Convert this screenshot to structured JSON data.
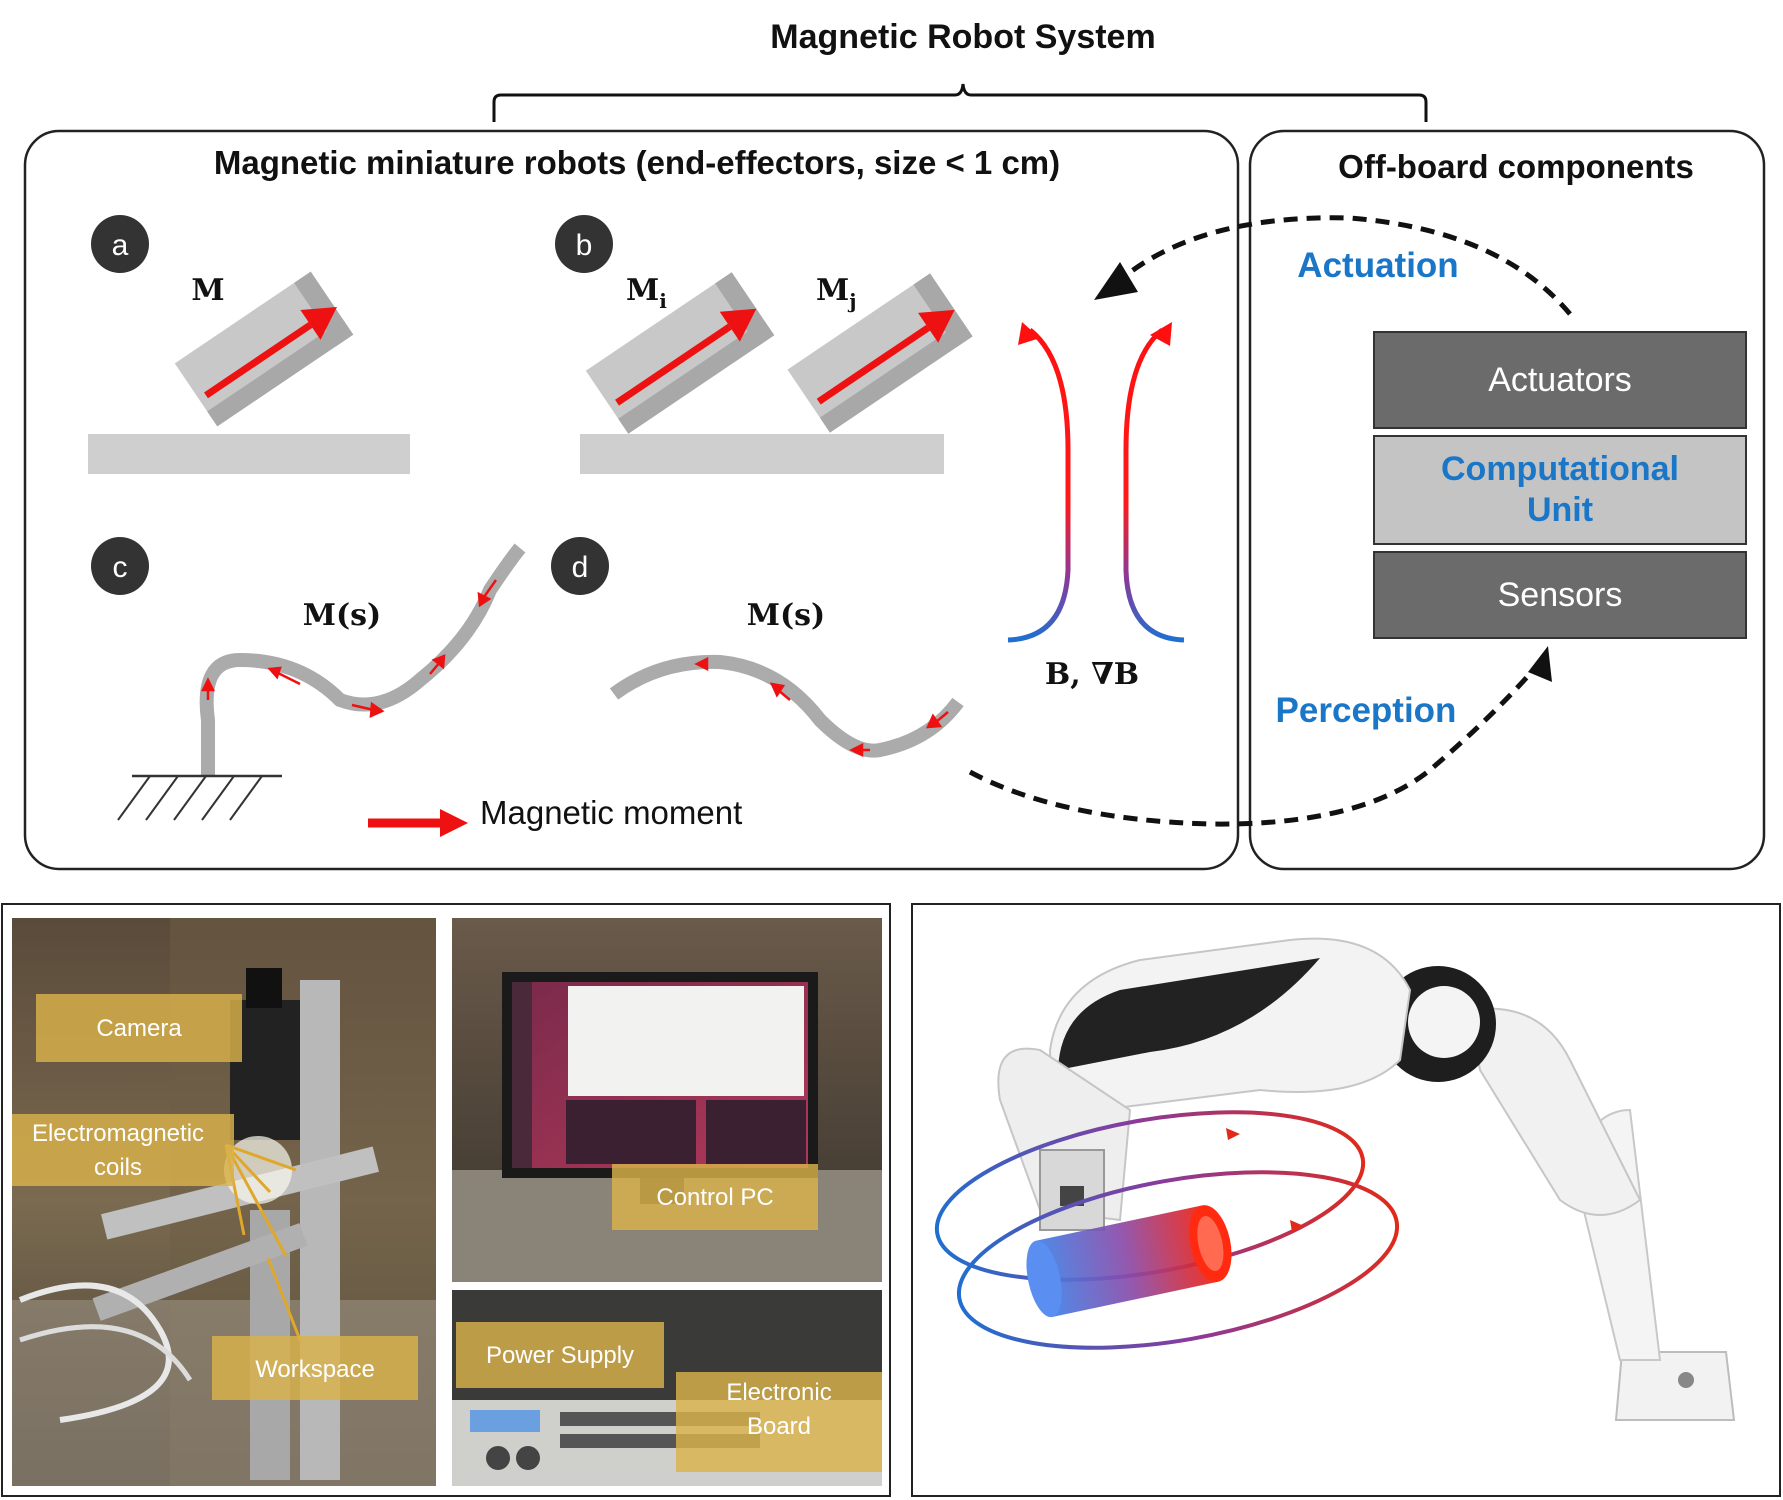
{
  "title": "Magnetic Robot System",
  "left_panel": {
    "title": "Magnetic miniature robots (end-effectors, size < 1 cm)",
    "panels": [
      {
        "letter": "a",
        "label": "M"
      },
      {
        "letter": "b",
        "label_i_base": "M",
        "label_i_sub": "i",
        "label_j_base": "M",
        "label_j_sub": "j"
      },
      {
        "letter": "c",
        "label": "M(s)"
      },
      {
        "letter": "d",
        "label": "M(s)"
      }
    ],
    "field_label": "B, ∇B",
    "legend_label": "Magnetic moment"
  },
  "right_panel": {
    "title": "Off-board components",
    "actuation_label": "Actuation",
    "perception_label": "Perception",
    "blocks": [
      {
        "label": "Actuators"
      },
      {
        "label_line1": "Computational",
        "label_line2": "Unit"
      },
      {
        "label": "Sensors"
      }
    ]
  },
  "photo_left": {
    "labels": {
      "camera": "Camera",
      "coils_line1": "Electromagnetic",
      "coils_line2": "coils",
      "workspace": "Workspace",
      "control_pc": "Control PC",
      "power_supply": "Power Supply",
      "board_line1": "Electronic",
      "board_line2": "Board"
    }
  },
  "colors": {
    "accent_blue": "#1a76c7",
    "moment_red": "#e81f1f",
    "block_dark": "#6b6b6b",
    "block_light": "#c4c4c4",
    "label_box": "#d9b24a"
  }
}
